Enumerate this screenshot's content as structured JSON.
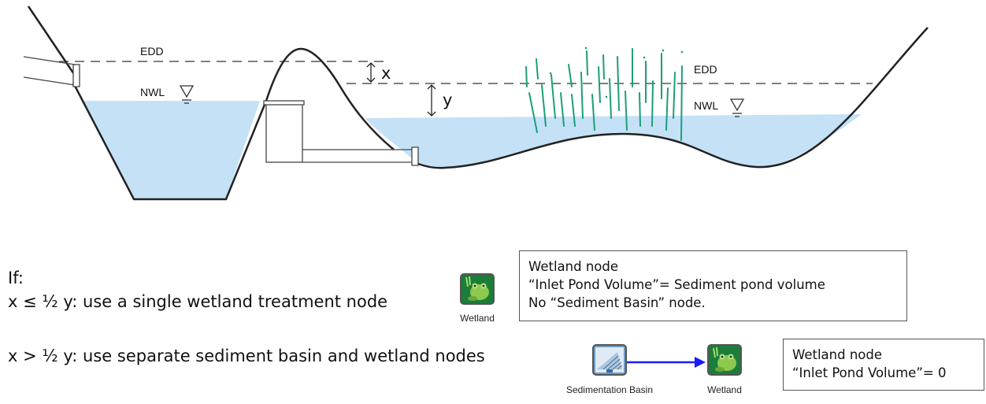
{
  "diagram": {
    "edd_left": "EDD",
    "nwl_left": "NWL",
    "edd_right": "EDD",
    "nwl_right": "NWL",
    "dim_x": "x",
    "dim_y": "y"
  },
  "rules": {
    "if_label": "If:",
    "rule1": "x ≤ ½ y: use a single wetland treatment node",
    "rule2": "x > ½ y: use separate sediment basin and wetland nodes"
  },
  "nodes": {
    "wetland_single_label": "Wetland",
    "sed_basin_label": "Sedimentation Basin",
    "wetland_pair_label": "Wetland"
  },
  "notes": {
    "box1": [
      "Wetland node",
      "“Inlet Pond Volume”= Sediment pond volume",
      "No “Sediment Basin” node."
    ],
    "box2": [
      "Wetland node",
      "“Inlet Pond Volume”=  0"
    ]
  },
  "colors": {
    "water": "#c4e1f6",
    "reed": "#1d9e7a",
    "link": "#1a1aff",
    "wetland_icon_bg": "#1c7d3a",
    "sed_icon_bg": "#6f9bc1"
  }
}
